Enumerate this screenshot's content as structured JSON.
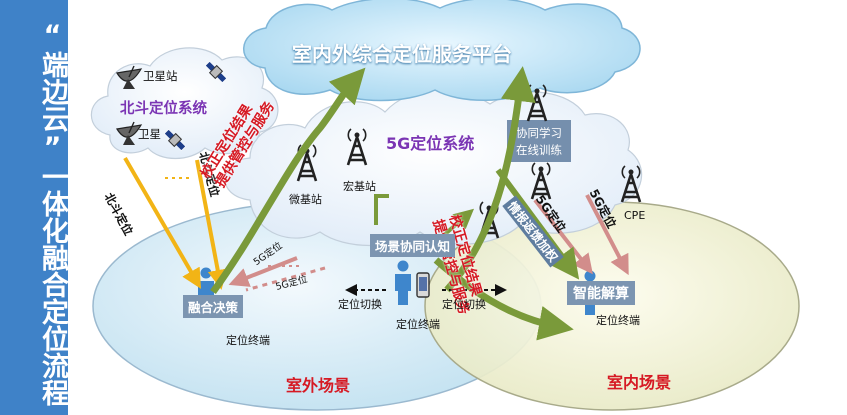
{
  "sidebar": {
    "title": "“端边云”一体化融合定位流程"
  },
  "platform": {
    "title": "室内外综合定位服务平台"
  },
  "beidou": {
    "label": "北斗定位系统",
    "satellite_station": "卫星站",
    "satellite": "卫星"
  },
  "g5": {
    "label": "5G定位系统",
    "micro_bs": "微基站",
    "macro_bs": "宏基站",
    "cpe": "CPE",
    "corner_text": "协同学习\n在线训练"
  },
  "arrows": {
    "calibrate_left": "校正定位结果\n提供管控与服务",
    "calibrate_right": "校正定位结果\n提供管控与服务",
    "beidou_pos_1": "北斗定位",
    "beidou_pos_2": "北斗定位",
    "g5_pos_left": "5G定位",
    "g5_pos_left_2": "5G定位",
    "g5_pos_right": "5G定位",
    "g5_pos_right_2": "5G定位",
    "info_feedback": "情报返馈加权",
    "switch_left": "定位切换",
    "switch_right": "定位切换"
  },
  "scenes": {
    "outdoor": "室外场景",
    "indoor": "室内场景"
  },
  "boxes": {
    "fusion": "融合决策",
    "scene_cog": "场景协同认知",
    "smart_solve": "智能解算"
  },
  "terminals": {
    "left": "定位终端",
    "center": "定位终端",
    "right": "定位终端"
  },
  "icons": [
    "satellite-dish-icon",
    "satellite-icon",
    "tower-icon",
    "person-icon",
    "phone-icon",
    "cpe-icon"
  ],
  "colors": {
    "sidebar": "#3f82c8",
    "green_arrow": "#7a9a3a",
    "yellow_arrow": "#f2b416",
    "pink_arrow": "#d28d8b",
    "red_text": "#d61a24",
    "purple_text": "#7b35b4",
    "cloud": "#edf4fc"
  }
}
